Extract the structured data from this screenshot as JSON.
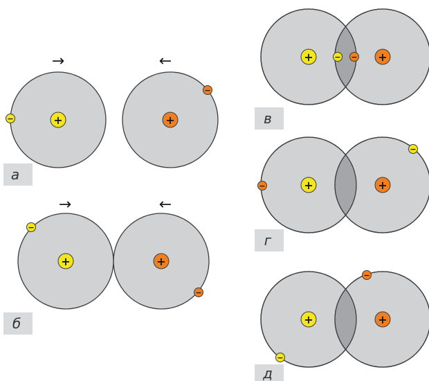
{
  "colors": {
    "atom_fill": "#d1d2d4",
    "overlap_fill": "#a4a6a9",
    "yellow": "#f3e520",
    "orange": "#ef7f21"
  },
  "labels": {
    "a": "а",
    "b": "б",
    "v": "в",
    "g": "г",
    "d": "д"
  },
  "arrows": {
    "right": "→",
    "left": "←"
  },
  "signs": {
    "plus": "+",
    "minus": "−"
  }
}
